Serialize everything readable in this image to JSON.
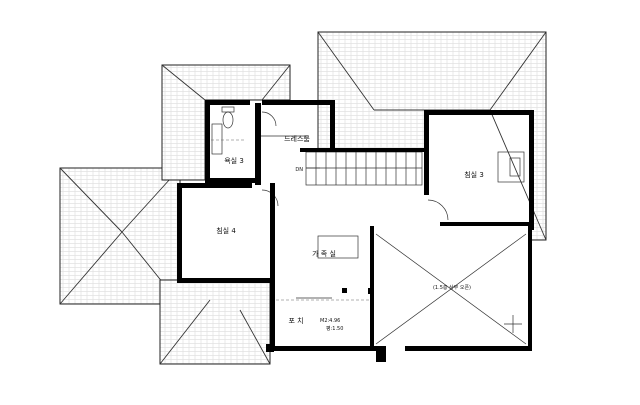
{
  "rooms": {
    "bathroom_3": "욕실 3",
    "dressroom": "드레스룸",
    "bedroom_3": "침실 3",
    "bedroom_4": "침실 4",
    "family_room": "가 족 실",
    "void_note": "(1.5층 상부 오픈)",
    "porch": "포 치"
  },
  "stair_label": "DN",
  "porch_area": {
    "m2": "M2:4.96",
    "pyeong": "평:1.50"
  }
}
